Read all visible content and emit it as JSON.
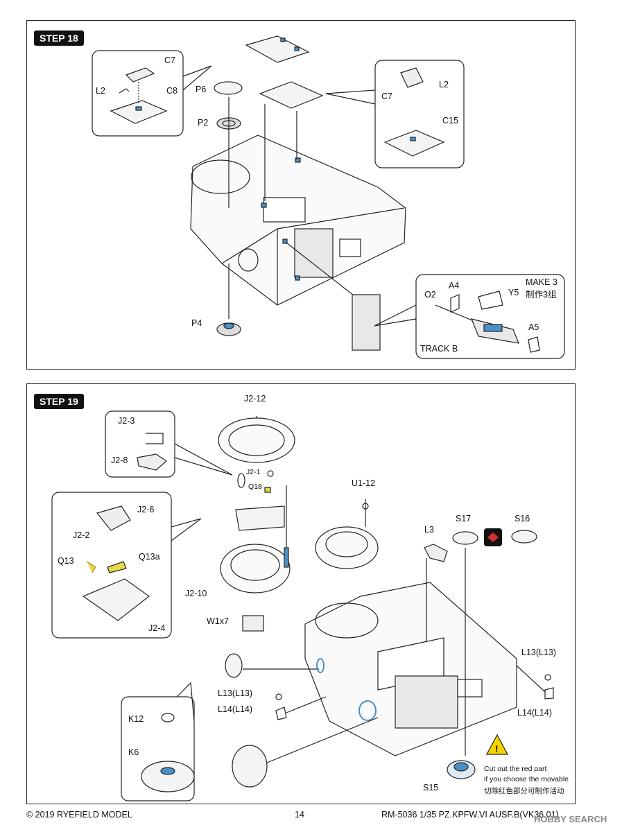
{
  "step18": {
    "badge": "STEP 18",
    "labels": {
      "c7a": "C7",
      "l2a": "L2",
      "c8": "C8",
      "p6": "P6",
      "p2": "P2",
      "p4": "P4",
      "c7b": "C7",
      "l2b": "L2",
      "c15": "C15",
      "make3": "MAKE 3",
      "make3_cn": "制作3组",
      "a4": "A4",
      "y5": "Y5",
      "o2": "O2",
      "a5": "A5",
      "trackb": "TRACK B"
    }
  },
  "step19": {
    "badge": "STEP 19",
    "labels": {
      "j2_12": "J2-12",
      "j2_3": "J2-3",
      "j2_8": "J2-8",
      "j2_1": "J2-1",
      "q18": "Q18",
      "j2_6": "J2-6",
      "j2_2": "J2-2",
      "q13": "Q13",
      "q13a": "Q13a",
      "j2_4": "J2-4",
      "j2_10": "J2-10",
      "w1x7": "W1x7",
      "u1_12": "U1-12",
      "l3": "L3",
      "s17": "S17",
      "s16": "S16",
      "l13a": "L13(L13)",
      "l14a": "L14(L14)",
      "l13b": "L13(L13)",
      "l14b": "L14(L14)",
      "k12": "K12",
      "k6": "K6",
      "s15": "S15"
    },
    "note": {
      "line1": "Cut out the red part",
      "line2": "if you choose the movable",
      "line3": "切除红色部分可制作活动"
    }
  },
  "footer": {
    "copyright": "© 2019 RYEFIELD MODEL",
    "page": "14",
    "product": "RM-5036 1/35  PZ.KPFW.VI AUSF.B(VK36.01)",
    "watermark": "HOBBY SEARCH"
  },
  "colors": {
    "accent_blue": "#4a90c8",
    "accent_yellow": "#e8d84a",
    "warning_red": "#d03030"
  }
}
